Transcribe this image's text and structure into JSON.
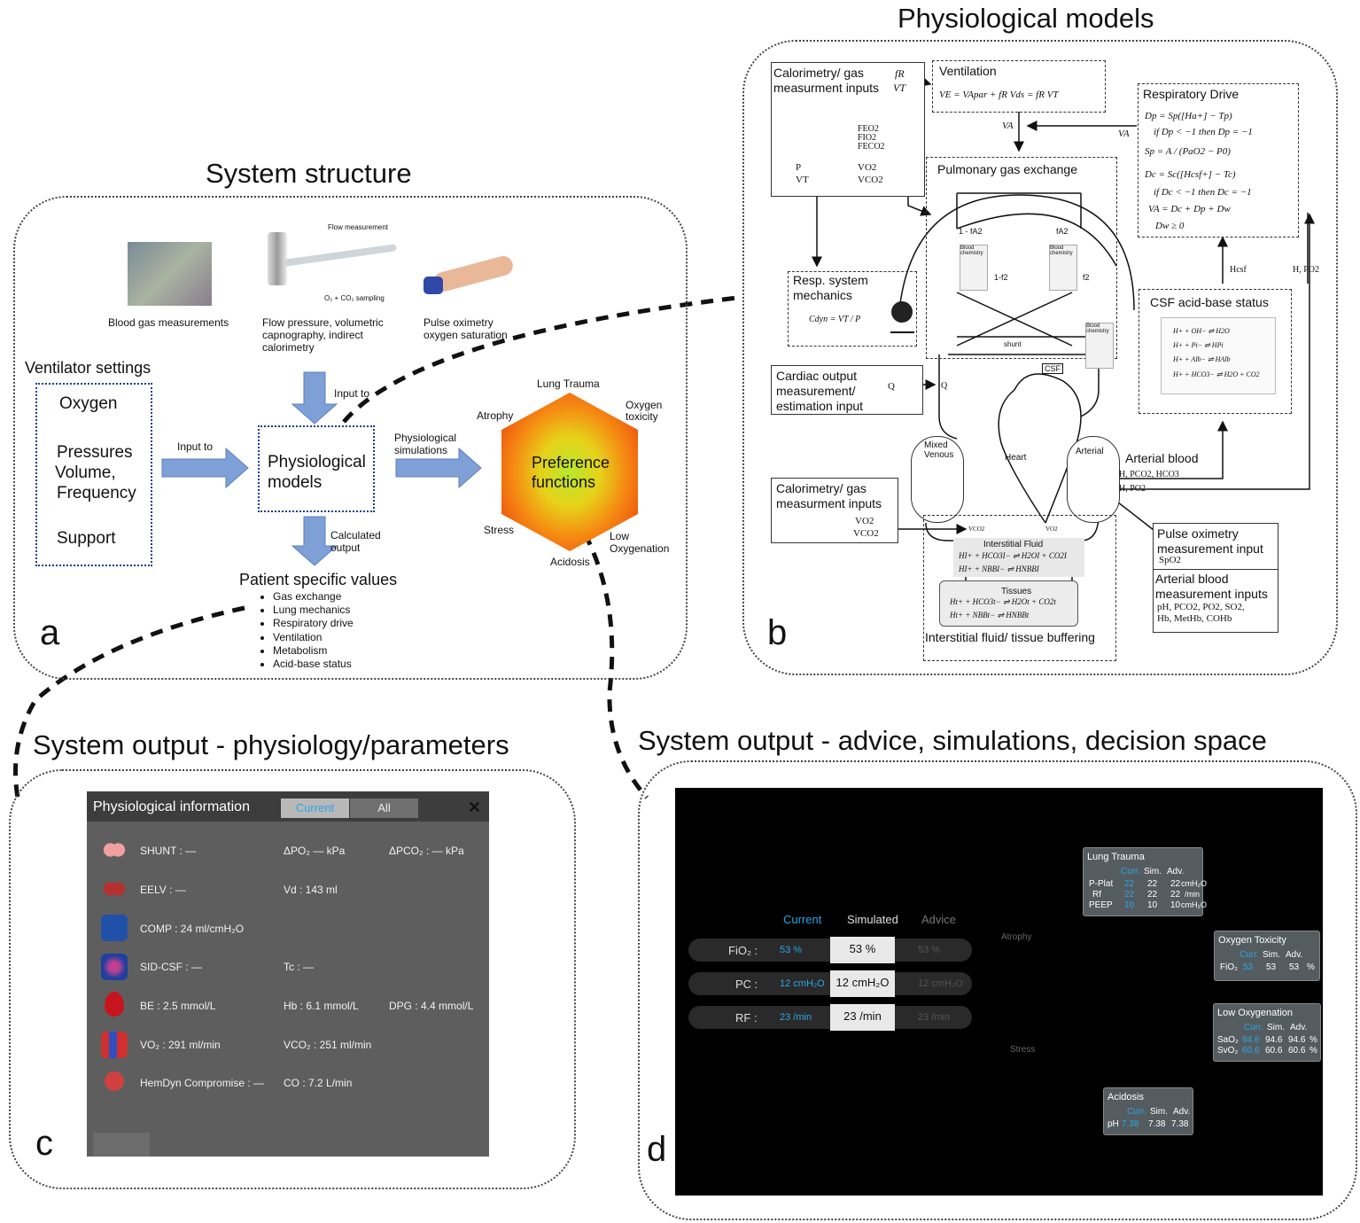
{
  "titles": {
    "system_structure": "System structure",
    "physiological_models": "Physiological models",
    "output_physiology": "System output - physiology/parameters",
    "output_advice": "System output - advice, simulations, decision space"
  },
  "letters": {
    "a": "a",
    "b": "b",
    "c": "c",
    "d": "d"
  },
  "panel_a": {
    "blood_gas": "Blood gas measurements",
    "flow_measurement": "Flow measurement",
    "sampling": "O₂ + CO₂ sampling",
    "flow_pressure_1": "Flow pressure, volumetric",
    "flow_pressure_2": "capnography, indirect",
    "flow_pressure_3": "calorimetry",
    "pulse_ox_1": "Pulse oximetry",
    "pulse_ox_2": "oxygen saturation",
    "ventilator_settings": "Ventilator settings",
    "settings": [
      "Oxygen",
      "Pressures",
      "Volume,",
      "Frequency",
      "Support"
    ],
    "input_to": "Input to",
    "input_to_2": "Input to",
    "phys_models_1": "Physiological",
    "phys_models_2": "models",
    "phys_sim_1": "Physiological",
    "phys_sim_2": "simulations",
    "calc_out_1": "Calculated",
    "calc_out_2": "output",
    "patient_values": "Patient specific values",
    "patient_list": [
      "Gas exchange",
      "Lung mechanics",
      "Respiratory drive",
      "Ventilation",
      "Metabolism",
      "Acid-base status"
    ],
    "pref_1": "Preference",
    "pref_2": "functions",
    "hex_labels": {
      "lung_trauma": "Lung Trauma",
      "oxygen_1": "Oxygen",
      "oxygen_2": "toxicity",
      "atrophy": "Atrophy",
      "stress": "Stress",
      "acidosis": "Acidosis",
      "low_1": "Low",
      "low_2": "Oxygenation"
    }
  },
  "panel_b": {
    "calorimetry_top_1": "Calorimetry/ gas",
    "calorimetry_top_2": "measurment inputs",
    "fr": "fR",
    "vt": "VT",
    "feo2": "FEO2",
    "fio2": "FIO2",
    "feco2": "FECO2",
    "vo2": "VO2",
    "vco2": "VCO2",
    "p": "P",
    "vt2": "VT",
    "ventilation": "Ventilation",
    "vent_eq": "VE = VApar + fR Vds = fR VT",
    "va": "VA",
    "va2": "VA",
    "resp_drive": "Respiratory Drive",
    "drive_eqs": [
      "Dp = Sp([Ha+] − Tp)",
      "if  Dp < −1  then  Dp = −1",
      "Sp = A / (PaO2 − P0)",
      "Dc = Sc([Hcsf+] − Tc)",
      "if  Dc < −1  then  Dc = −1",
      "VA = Dc + Dp + Dw",
      "Dw ≥ 0"
    ],
    "pulm_gas": "Pulmonary gas exchange",
    "fa2_1": "1 - fA2",
    "fa2_2": "fA2",
    "f2_1": "1-f2",
    "f2_2": "f2",
    "blood_chem": "Blood chemistry",
    "shunt": "shunt",
    "resp_mech_1": "Resp. system",
    "resp_mech_2": "mechanics",
    "cdyn": "Cdyn = VT / P",
    "hcsf": "Hcsf",
    "h_po2": "H, PO2",
    "csf_status": "CSF acid-base status",
    "csf_eqs": [
      "H+ + OH− ⇌ H2O",
      "H+ + Pi− ⇌ HPi",
      "H+ + Alb− ⇌ HAlb",
      "H+ + HCO3− ⇌ H2O + CO2"
    ],
    "cardiac_1": "Cardiac output",
    "cardiac_2": "measurement/",
    "cardiac_3": "estimation input",
    "q": "Q",
    "q2": "Q",
    "csf": "CSF",
    "mixed_1": "Mixed",
    "mixed_2": "Venous",
    "heart": "Heart",
    "arterial": "Arterial",
    "arterial_blood": "Arterial blood",
    "h_pco2": "H, PCO2, HCO3",
    "h_po2_2": "H, PO2",
    "calorimetry_bot_1": "Calorimetry/ gas",
    "calorimetry_bot_2": "measurment inputs",
    "vo2_b": "VO2",
    "vco2_b": "VCO2",
    "vco2_s": "VCO2",
    "vo2_s": "VO2",
    "interstitial": "Interstitial Fluid",
    "int_eqs": [
      "HI+ + HCO3I− ⇌ H2OI + CO2I",
      "HI+ + NBBI− ⇌ HNBBI"
    ],
    "tissues": "Tissues",
    "tis_eqs": [
      "Ht+ + HCO3t− ⇌ H2Ot + CO2t",
      "Ht+ + NBBt− ⇌ HNBBt"
    ],
    "int_tissue": "Interstitial fluid/ tissue buffering",
    "pulse_1": "Pulse oximetry",
    "pulse_2": "measurement input",
    "spo2": "SpO2",
    "art_in_1": "Arterial blood",
    "art_in_2": "measurement inputs",
    "art_in_3": "pH, PCO2, PO2, SO2,",
    "art_in_4": "Hb, MetHb, COHb"
  },
  "panel_c": {
    "window_title": "Physiological information",
    "tab_current": "Current",
    "tab_all": "All",
    "close": "✕",
    "rows": [
      {
        "c1": "SHUNT :  —",
        "c2": "ΔPO₂ —  kPa",
        "c3": "ΔPCO₂ : —  kPa"
      },
      {
        "c1": "EELV : —",
        "c2": "Vd : 143 ml",
        "c3": ""
      },
      {
        "c1": "COMP : 24 ml/cmH₂O",
        "c2": "",
        "c3": ""
      },
      {
        "c1": "SID-CSF : —",
        "c2": "Tc : —",
        "c3": ""
      },
      {
        "c1": "BE : 2.5 mmol/L",
        "c2": "Hb : 6.1 mmol/L",
        "c3": "DPG : 4.4 mmol/L"
      },
      {
        "c1": "VO₂ : 291 ml/min",
        "c2": "VCO₂ : 251 ml/min",
        "c3": ""
      },
      {
        "c1": "HemDyn Compromise : —",
        "c2": "CO : 7.2 L/min",
        "c3": ""
      }
    ]
  },
  "panel_d": {
    "hdr_current": "Current",
    "hdr_simulated": "Simulated",
    "hdr_advice": "Advice",
    "params": [
      {
        "label": "FiO₂ :",
        "cur": "53 %",
        "sim": "53 %",
        "adv": "53 %"
      },
      {
        "label": "PC :",
        "cur": "12 cmH₂O",
        "sim": "12 cmH₂O",
        "adv": "12 cmH₂O"
      },
      {
        "label": "RF :",
        "cur": "23 /min",
        "sim": "23 /min",
        "adv": "23 /min"
      }
    ],
    "atrophy": "Atrophy",
    "stress": "Stress",
    "lung_trauma": {
      "title": "Lung Trauma",
      "h": [
        "Curr.",
        "Sim.",
        "Adv."
      ],
      "rows": [
        [
          "P-Plat",
          "22",
          "22",
          "22",
          "cmH₂O"
        ],
        [
          "Rf",
          "22",
          "22",
          "22",
          "/min"
        ],
        [
          "PEEP",
          "10",
          "10",
          "10",
          "cmH₂O"
        ]
      ]
    },
    "oxygen_tox": {
      "title": "Oxygen Toxicity",
      "h": [
        "Curr.",
        "Sim.",
        "Adv."
      ],
      "rows": [
        [
          "FiO₂",
          "53",
          "53",
          "53",
          "%"
        ]
      ]
    },
    "low_oxy": {
      "title": "Low Oxygenation",
      "h": [
        "Curr.",
        "Sim.",
        "Adv."
      ],
      "rows": [
        [
          "SaO₂",
          "94.6",
          "94.6",
          "94.6",
          "%"
        ],
        [
          "SvO₂",
          "60.6",
          "60.6",
          "60.6",
          "%"
        ]
      ]
    },
    "acidosis": {
      "title": "Acidosis",
      "h": [
        "Curr.",
        "Sim.",
        "Adv."
      ],
      "rows": [
        [
          "pH",
          "7.38",
          "7.38",
          "7.38",
          ""
        ]
      ]
    }
  },
  "colors": {
    "arrow_blue": "#7fa0d6",
    "dark_blue": "#1f3d8a",
    "accent_cyan": "#2aa7e8",
    "green": "#5ccf12"
  }
}
